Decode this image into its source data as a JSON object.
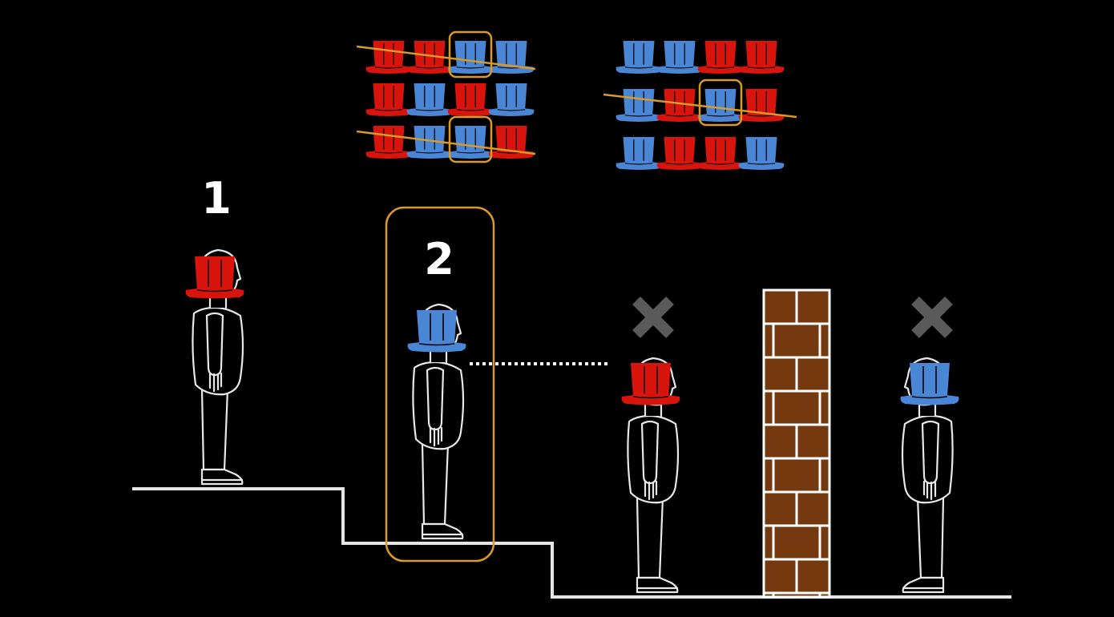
{
  "colors": {
    "background": "#000000",
    "hat_red": "#d9140c",
    "hat_blue": "#4a86d6",
    "highlight": "#d89a2a",
    "cross": "#5a5a5a",
    "brick": "#74390f",
    "mortar": "#ffffff",
    "outline": "#e8e8e8"
  },
  "labels": {
    "person1": "1",
    "person2": "2"
  },
  "hat_grid_left": {
    "rows": [
      [
        "red",
        "red",
        "blue",
        "blue"
      ],
      [
        "red",
        "blue",
        "red",
        "blue"
      ],
      [
        "red",
        "blue",
        "blue",
        "red"
      ]
    ],
    "crossed_rows": [
      0,
      2
    ],
    "boxed": [
      [
        0,
        2
      ],
      [
        2,
        2
      ]
    ]
  },
  "hat_grid_right": {
    "rows": [
      [
        "blue",
        "blue",
        "red",
        "red"
      ],
      [
        "blue",
        "red",
        "blue",
        "red"
      ],
      [
        "blue",
        "red",
        "red",
        "blue"
      ]
    ],
    "crossed_rows": [
      1
    ],
    "boxed": [
      [
        1,
        2
      ]
    ]
  },
  "people": [
    {
      "id": "person-1",
      "hat": "red",
      "facing": "right",
      "label": "1"
    },
    {
      "id": "person-2",
      "hat": "blue",
      "facing": "right",
      "label": "2",
      "highlighted": true
    },
    {
      "id": "person-3",
      "hat": "red",
      "facing": "right",
      "crossed_out": true
    },
    {
      "id": "person-4",
      "hat": "blue",
      "facing": "left",
      "crossed_out": true
    }
  ],
  "icons": {
    "hat": "top-hat-icon",
    "cross": "cross-icon",
    "wall": "brick-wall-icon"
  }
}
